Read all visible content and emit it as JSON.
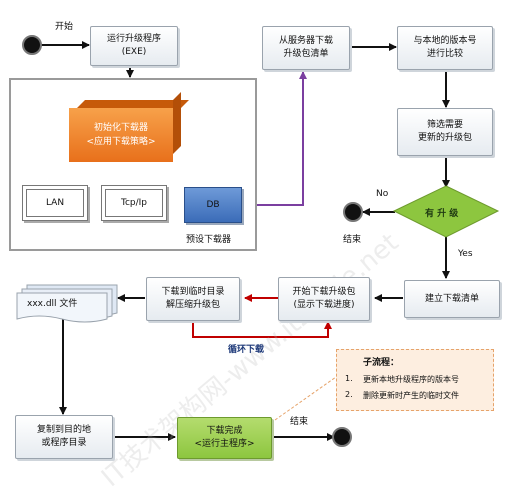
{
  "start_label": "开始",
  "run_upgrade": {
    "line1": "运行升级程序",
    "line2": "(EXE)"
  },
  "download_list": {
    "line1": "从服务器下载",
    "line2": "升级包清单"
  },
  "compare": {
    "line1": "与本地的版本号",
    "line2": "进行比较"
  },
  "filter": {
    "line1": "筛选需要",
    "line2": "更新的升级包"
  },
  "decision": {
    "label": "有 升 级",
    "no": "No",
    "yes": "Yes"
  },
  "end_top": "结束",
  "init_downloader": {
    "line1": "初始化下载器",
    "line2": "<应用下载策略>"
  },
  "lan": "LAN",
  "tcp": "Tcp/Ip",
  "db": "DB",
  "preset_downloader": "预设下载器",
  "build_list": "建立下载清单",
  "start_download": {
    "line1": "开始下载升级包",
    "line2": "(显示下载进度)"
  },
  "download_temp": {
    "line1": "下载到临时目录",
    "line2": "解压缩升级包"
  },
  "loop_label": "循环下载",
  "dll_files": "xxx.dll 文件",
  "copy_target": {
    "line1": "复制到目的地",
    "line2": "或程序目录"
  },
  "download_done": {
    "line1": "下载完成",
    "line2": "<运行主程序>"
  },
  "end_bottom": "结束",
  "subflow": {
    "title": "子流程：",
    "items": [
      {
        "num": "1.",
        "text": "更新本地升级程序的版本号"
      },
      {
        "num": "2.",
        "text": "删除更新时产生的临时文件"
      }
    ]
  },
  "watermark": "IT技术架构网-www.itzcode.net"
}
